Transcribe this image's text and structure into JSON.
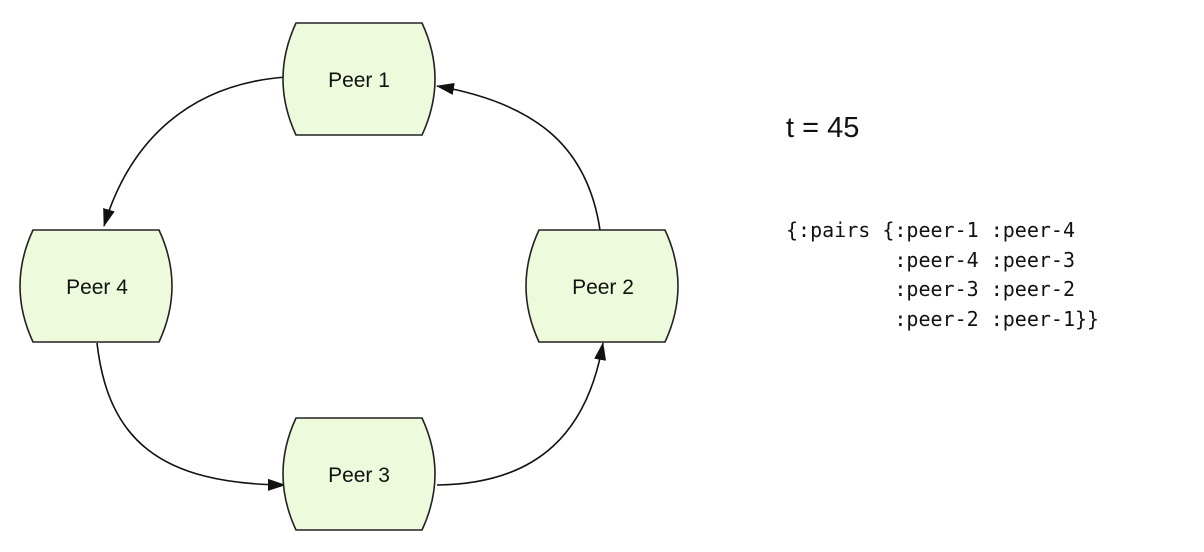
{
  "nodes": [
    {
      "id": "peer-1",
      "label": "Peer 1"
    },
    {
      "id": "peer-2",
      "label": "Peer 2"
    },
    {
      "id": "peer-3",
      "label": "Peer 3"
    },
    {
      "id": "peer-4",
      "label": "Peer 4"
    }
  ],
  "edges": [
    {
      "from": "peer-1",
      "to": "peer-4"
    },
    {
      "from": "peer-4",
      "to": "peer-3"
    },
    {
      "from": "peer-3",
      "to": "peer-2"
    },
    {
      "from": "peer-2",
      "to": "peer-1"
    }
  ],
  "time_label": "t = 45",
  "pairs_code": "{:pairs {:peer-1 :peer-4\n         :peer-4 :peer-3\n         :peer-3 :peer-2\n         :peer-2 :peer-1}}",
  "colors": {
    "node_fill": "#eefadc",
    "node_stroke": "#222222"
  }
}
